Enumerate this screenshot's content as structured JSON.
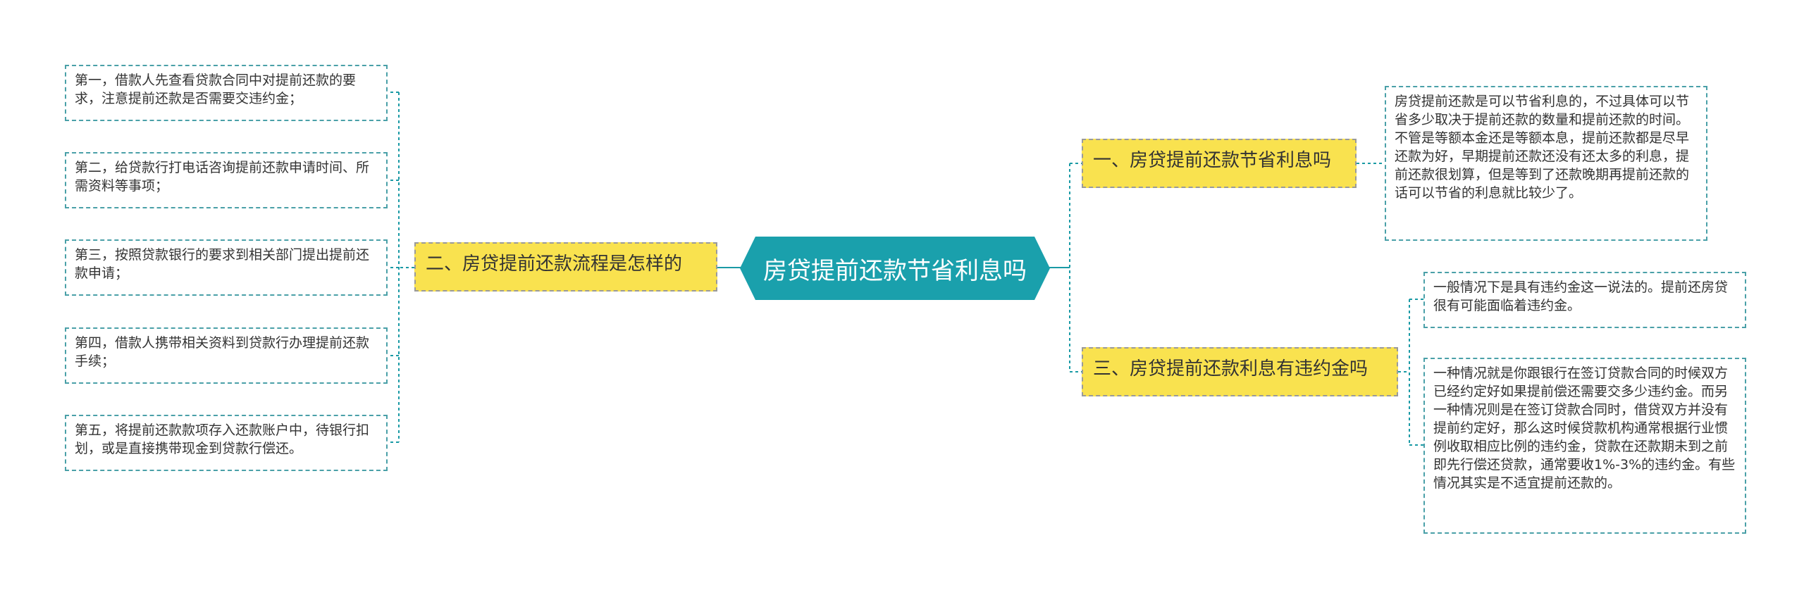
{
  "root": {
    "title": "房贷提前还款节省利息吗"
  },
  "branches": {
    "left": {
      "title": "二、房贷提前还款流程是怎样的",
      "items": [
        "第一，借款人先查看贷款合同中对提前还款的要求，注意提前还款是否需要交违约金；",
        "第二，给贷款行打电话咨询提前还款申请时间、所需资料等事项；",
        "第三，按照贷款银行的要求到相关部门提出提前还款申请；",
        "第四，借款人携带相关资料到贷款行办理提前还款手续；",
        "第五，将提前还款款项存入还款账户中，待银行扣划，或是直接携带现金到贷款行偿还。"
      ]
    },
    "right_top": {
      "title": "一、房贷提前还款节省利息吗",
      "items": [
        "房贷提前还款是可以节省利息的，不过具体可以节省多少取决于提前还款的数量和提前还款的时间。不管是等额本金还是等额本息，提前还款都是尽早还款为好，早期提前还款还没有还太多的利息，提前还款很划算，但是等到了还款晚期再提前还款的话可以节省的利息就比较少了。"
      ]
    },
    "right_bottom": {
      "title": "三、房贷提前还款利息有违约金吗",
      "items": [
        "一般情况下是具有违约金这一说法的。提前还房贷很有可能面临着违约金。",
        "一种情况就是你跟银行在签订贷款合同的时候双方已经约定好如果提前偿还需要交多少违约金。而另一种情况则是在签订贷款合同时，借贷双方并没有提前约定好，那么这时候贷款机构通常根据行业惯例收取相应比例的违约金，贷款在还款期未到之前即先行偿还贷款，通常要收1%-3%的违约金。有些情况其实是不适宜提前还款的。"
      ]
    }
  },
  "colors": {
    "root_fill": "#1aa0ac",
    "topic_fill": "#f9e24f",
    "line": "#1a9aa5",
    "leaf_border": "#4aa0a8"
  }
}
